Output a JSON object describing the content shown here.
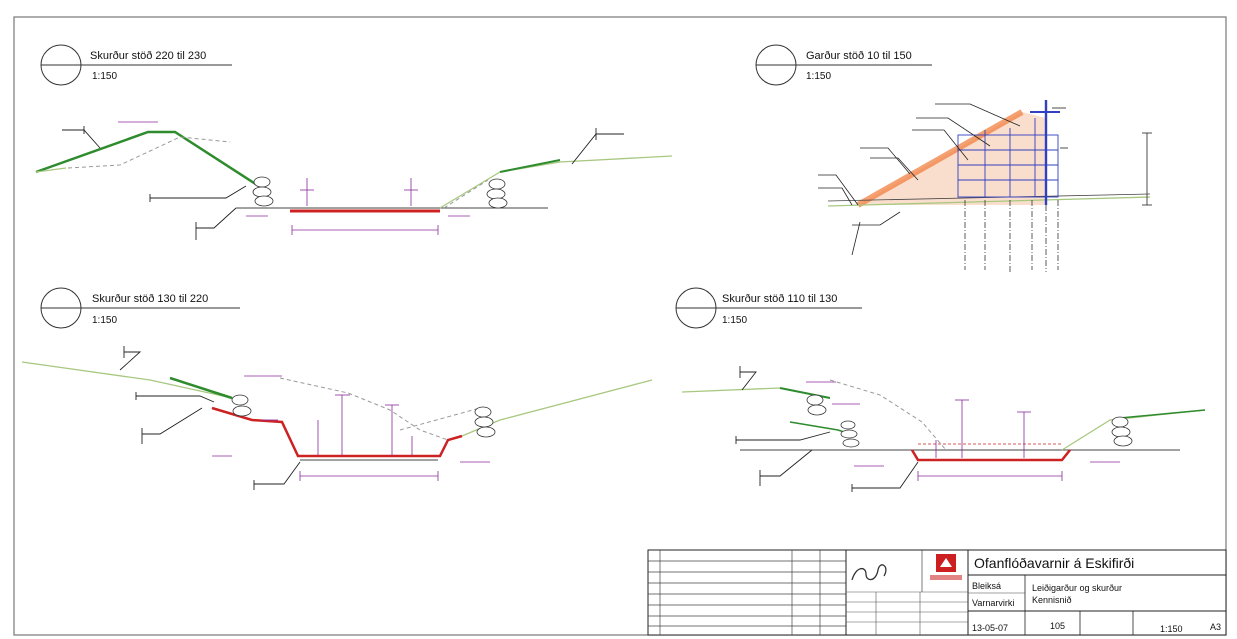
{
  "sections": [
    {
      "id": "s1",
      "title": "Skurður stöð 220 til 230",
      "scale": "1:150"
    },
    {
      "id": "s2",
      "title": "Garður stöð 10 til 150",
      "scale": "1:150"
    },
    {
      "id": "s3",
      "title": "Skurður stöð 130 til 220",
      "scale": "1:150"
    },
    {
      "id": "s4",
      "title": "Skurður stöð 110 til 130",
      "scale": "1:150"
    }
  ],
  "title_block": {
    "project": "Ofanflóðavarnir á Eskifirði",
    "client_line1": "Bleiksá",
    "client_line2": "Varnarvirki",
    "drawing_title_1": "Leiðigarður og skurður",
    "drawing_title_2": "Kennisnið",
    "date": "13-05-07",
    "drawing_no": "105",
    "scale": "1:150",
    "sheet_size": "A3"
  },
  "colors": {
    "ground": "#a8c880",
    "slope": "#2e8b2e",
    "channel": "#cc2222",
    "dims": "#8a2a9a",
    "dam_fill": "#f0a070",
    "blue": "#3040c0"
  }
}
